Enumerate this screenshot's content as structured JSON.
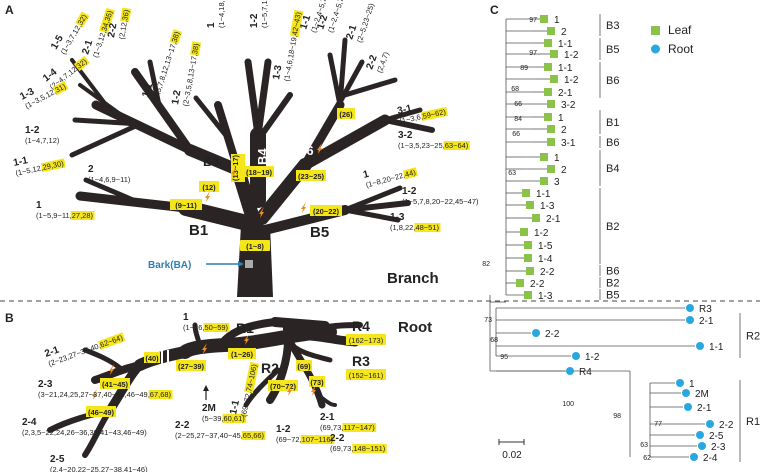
{
  "panels": {
    "a": "A",
    "b": "B",
    "c": "C"
  },
  "titles": {
    "branch": "Branch",
    "root": "Root",
    "bark": "Bark(BA)"
  },
  "scale_bar": "0.02",
  "legend": {
    "leaf": "Leaf",
    "root": "Root",
    "leaf_color": "#8bc34a",
    "root_color": "#29a7df"
  },
  "tree_labels": {
    "b1": "B1",
    "b2": "B2",
    "b3": "B3",
    "b4": "B4",
    "b5": "B5",
    "b6": "B6",
    "r1": "R1",
    "r2": "R2",
    "r3": "R3",
    "r4": "R4"
  },
  "branch_badges": {
    "base": "(1~8)",
    "b1": "(9~11)",
    "b2": "(12)",
    "b3": "(13~17)",
    "b4": "(18~19)",
    "b5": "(20~22)",
    "b6": "(23~25)",
    "b6a": "(26)",
    "r1a": "(1~26)",
    "r1b": "(27~39)",
    "r1c": "(40)",
    "r1d": "(41~45)",
    "r1e": "(46~49)",
    "r2a": "(69)",
    "r2b": "(70~72)",
    "r2c": "(73)",
    "r3": "(152~161)",
    "r4": "(162~173)"
  },
  "branch_leaves": [
    {
      "name": "1-5",
      "pre": "(1~3,7,12,",
      "hi": "32)"
    },
    {
      "name": "1-4",
      "pre": "(2~4,7,12,",
      "hi": "32)"
    },
    {
      "name": "1-3",
      "pre": "(1~3,5,12,",
      "hi": "31)"
    },
    {
      "name": "1-2",
      "pre": "(1~4,7,12)",
      "hi": ""
    },
    {
      "name": "1-1",
      "pre": "(1~5,12,",
      "hi": "29,30)"
    },
    {
      "name": "2",
      "pre": "(1~4,6,9~11)",
      "hi": ""
    },
    {
      "name": "1",
      "pre": "(1~5,9~11,",
      "hi": "27,28)"
    },
    {
      "name": "2-1",
      "pre": "(1~3,12,",
      "hi": "34,35)"
    },
    {
      "name": "2-2",
      "pre": "(2,12,",
      "hi": "36)"
    },
    {
      "name": "1-1",
      "pre": "(2,5,7,8,12,13~17,",
      "hi": "38)"
    },
    {
      "name": "1-2",
      "pre": "(2~3,5,8,13~17,",
      "hi": "38)"
    },
    {
      "name": "1",
      "pre": "(1~4,18,19)",
      "hi": ""
    },
    {
      "name": "1-2",
      "pre": "(1~5,7,18~19,",
      "hi": "39~41)"
    },
    {
      "name": "1-3",
      "pre": "(1~4,6,18~19,",
      "hi": "42~43)"
    },
    {
      "name": "1-1",
      "pre": "(1~2,4~5,7,23~24,26,",
      "hi": "52~54)"
    },
    {
      "name": "1-2",
      "pre": "(1~2,4~5,7,23~24,26,",
      "hi": "55~58)"
    },
    {
      "name": "2-1",
      "pre": "(2~5,23~25)",
      "hi": ""
    },
    {
      "name": "2-2",
      "pre": "(2,4,7)",
      "hi": ""
    },
    {
      "name": "3-1",
      "pre": "(1~3,6,",
      "hi": "59~62)"
    },
    {
      "name": "3-2",
      "pre": "(1~3,5,23~25,",
      "hi": "63~64)"
    },
    {
      "name": "1",
      "pre": "(1~8,20~22,",
      "hi": "44)"
    },
    {
      "name": "1-2",
      "pre": "(1~5,7,8,20~22,45~47)",
      "hi": ""
    },
    {
      "name": "1-3",
      "pre": "(1,8,22,",
      "hi": "48~51)"
    }
  ],
  "root_leaves": [
    {
      "name": "1",
      "pre": "(1~26,",
      "hi": "50~59)"
    },
    {
      "name": "2-1",
      "pre": "(2~23,27~37,40,",
      "hi": "62~64)"
    },
    {
      "name": "2-3",
      "pre": "(3~21,24,25,27~37,40~43,46~49,",
      "hi": "67,68)"
    },
    {
      "name": "2-4",
      "pre": "(2,3,5~22,24,26~36,39,41~43,46~49)",
      "hi": ""
    },
    {
      "name": "2-5",
      "pre": "(2,4~20,22~25,27~38,41~46)",
      "hi": ""
    },
    {
      "name": "2M",
      "pre": "(5~39,",
      "hi": "60,61)"
    },
    {
      "name": "2-2",
      "pre": "(2~25,27~37,40~45,",
      "hi": "65,66)"
    },
    {
      "name": "1-1",
      "pre": "(69~72,",
      "hi": "74~106)"
    },
    {
      "name": "1-2",
      "pre": "(69~72,",
      "hi": "107~116)"
    },
    {
      "name": "2-1",
      "pre": "(69,73,",
      "hi": "117~147)"
    },
    {
      "name": "2-2",
      "pre": "(69,73,",
      "hi": "148~151)"
    }
  ],
  "phylogeny": {
    "leaf_tips": [
      "1",
      "2",
      "1-1",
      "1-2",
      "1-1",
      "1-2",
      "2-1",
      "3-2",
      "1",
      "2",
      "3-1",
      "1",
      "2",
      "3",
      "1-1",
      "1-3",
      "2-1",
      "1-2",
      "1-5",
      "1-4",
      "2-2",
      "2-2",
      "1-3"
    ],
    "root_tips": [
      "R3",
      "2-1",
      "2-2",
      "1-1",
      "1-2",
      "R4",
      "1",
      "2M",
      "2-1",
      "2-2",
      "2-5",
      "2-3",
      "2-4"
    ],
    "groups": [
      "B3",
      "B5",
      "B6",
      "B1",
      "B6",
      "B4",
      "B2",
      "B6",
      "B2",
      "B5",
      "R2",
      "R1"
    ],
    "bootstrap": [
      "97",
      "97",
      "89",
      "68",
      "66",
      "84",
      "66",
      "63",
      "82",
      "73",
      "68",
      "95",
      "100",
      "98",
      "77",
      "63",
      "62"
    ]
  }
}
